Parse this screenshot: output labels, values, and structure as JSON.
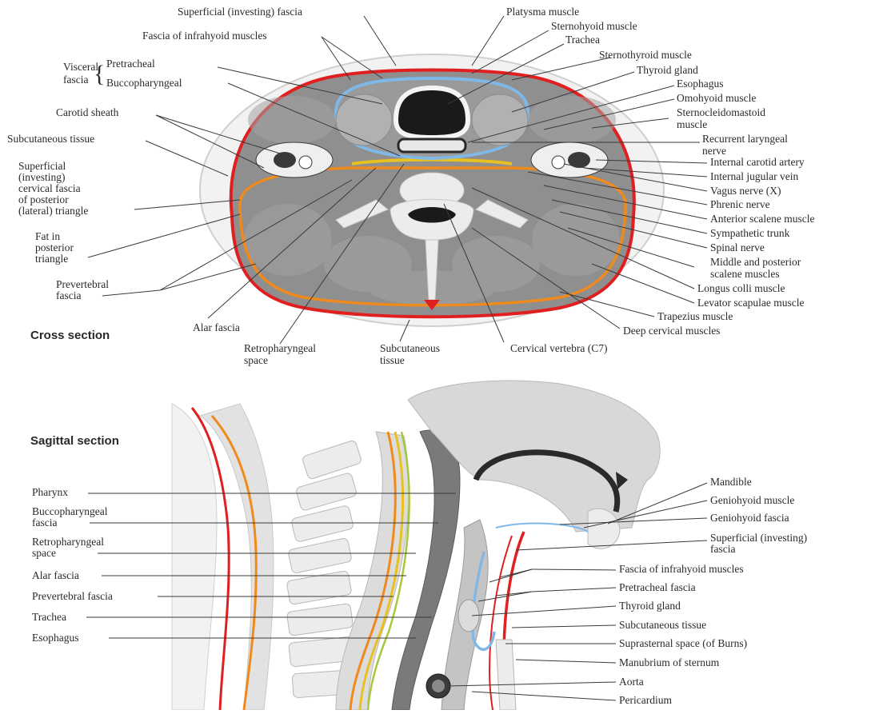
{
  "cross_section": {
    "title": "Cross section",
    "labels": {
      "superficial_investing_fascia": "Superficial (investing) fascia",
      "platysma": "Platysma muscle",
      "sternohyoid": "Sternohyoid muscle",
      "fascia_infrahyoid": "Fascia of infrahyoid muscles",
      "trachea": "Trachea",
      "visceral_fascia": [
        "Visceral",
        "fascia"
      ],
      "pretracheal": "Pretracheal",
      "buccopharyngeal": "Buccopharyngeal",
      "sternothyroid": "Sternothyroid muscle",
      "thyroid_gland": "Thyroid gland",
      "esophagus": "Esophagus",
      "carotid_sheath": "Carotid sheath",
      "omohyoid": "Omohyoid muscle",
      "sternocleidomastoid": [
        "Sternocleidomastoid",
        "muscle"
      ],
      "subcutaneous_tissue_left": "Subcutaneous tissue",
      "recurrent_laryngeal": [
        "Recurrent laryngeal",
        "nerve"
      ],
      "superficial_cervical_fascia": [
        "Superficial",
        "(investing)",
        "cervical fascia",
        "of posterior",
        "(lateral) triangle"
      ],
      "internal_carotid": "Internal carotid artery",
      "internal_jugular": "Internal jugular vein",
      "vagus": "Vagus nerve (X)",
      "phrenic": "Phrenic nerve",
      "anterior_scalene": "Anterior scalene muscle",
      "fat_posterior_triangle": [
        "Fat in",
        "posterior",
        "triangle"
      ],
      "sympathetic_trunk": "Sympathetic trunk",
      "spinal_nerve": "Spinal nerve",
      "middle_posterior_scalene": [
        "Middle and posterior",
        "scalene muscles"
      ],
      "prevertebral_fascia": [
        "Prevertebral",
        "fascia"
      ],
      "longus_colli": "Longus colli muscle",
      "levator_scapulae": "Levator scapulae muscle",
      "trapezius": "Trapezius muscle",
      "alar_fascia": "Alar fascia",
      "deep_cervical": "Deep cervical muscles",
      "retropharyngeal_space": [
        "Retropharyngeal",
        "space"
      ],
      "subcutaneous_tissue_bottom": [
        "Subcutaneous",
        "tissue"
      ],
      "cervical_vertebra": "Cervical vertebra (C7)"
    }
  },
  "sagittal_section": {
    "title": "Sagittal section",
    "left_labels": {
      "pharynx": "Pharynx",
      "buccopharyngeal_fascia": [
        "Buccopharyngeal",
        "fascia"
      ],
      "retropharyngeal_space": [
        "Retropharyngeal",
        "space"
      ],
      "alar_fascia": "Alar fascia",
      "prevertebral_fascia": "Prevertebral fascia",
      "trachea": "Trachea",
      "esophagus": "Esophagus"
    },
    "right_labels": {
      "mandible": "Mandible",
      "geniohyoid_muscle": "Geniohyoid muscle",
      "geniohyoid_fascia": "Geniohyoid fascia",
      "superficial_investing_fascia": [
        "Superficial (investing)",
        "fascia"
      ],
      "fascia_infrahyoid": "Fascia of infrahyoid muscles",
      "pretracheal_fascia": "Pretracheal fascia",
      "thyroid_gland": "Thyroid gland",
      "subcutaneous_tissue": "Subcutaneous tissue",
      "suprasternal_space": "Suprasternal space (of Burns)",
      "manubrium": "Manubrium of sternum",
      "aorta": "Aorta",
      "pericardium": "Pericardium"
    }
  },
  "colors": {
    "investing_fascia": "#e02020",
    "prevertebral_fascia": "#f08a1c",
    "alar_fascia": "#e8c020",
    "pretracheal_fascia": "#7fb8e6",
    "muscle": "#8a8a8a",
    "bone": "#e8e8e8",
    "skin": "#f4f4f4"
  }
}
